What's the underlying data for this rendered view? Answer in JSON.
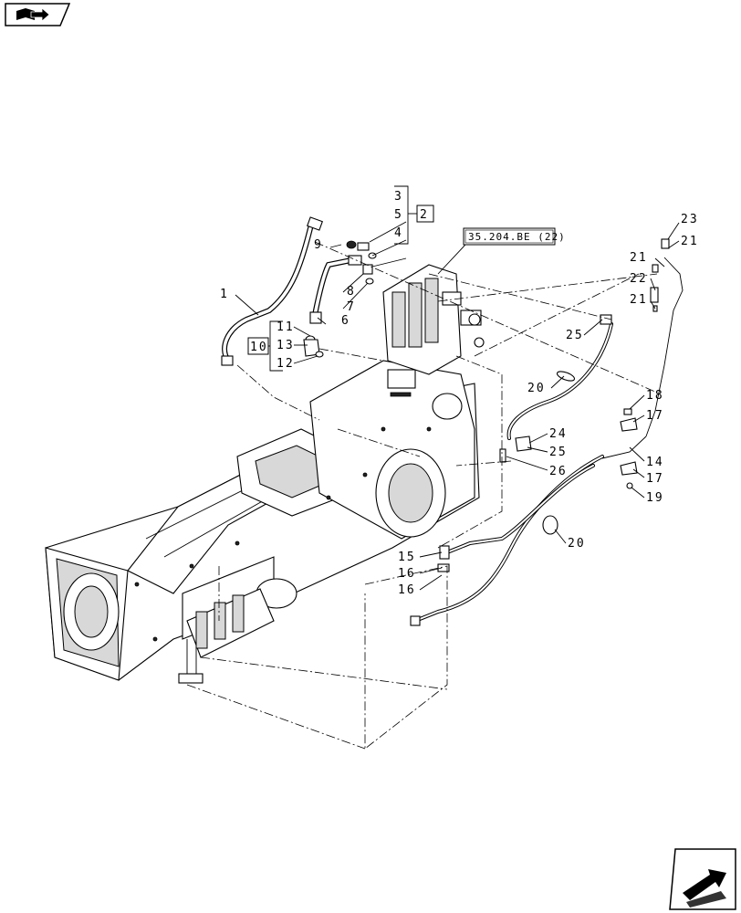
{
  "callouts": [
    "1",
    "2",
    "3",
    "4",
    "5",
    "6",
    "7",
    "8",
    "9",
    "10",
    "11",
    "12",
    "13",
    "14",
    "15",
    "16",
    "16",
    "17",
    "17",
    "18",
    "19",
    "20",
    "20",
    "21",
    "21",
    "21",
    "22",
    "23",
    "24",
    "25",
    "25",
    "26"
  ],
  "reference_label": "35.204.BE (22)",
  "icons": {
    "top_left": "book-arrow-icon",
    "bottom_right": "next-page-arrow-icon"
  }
}
